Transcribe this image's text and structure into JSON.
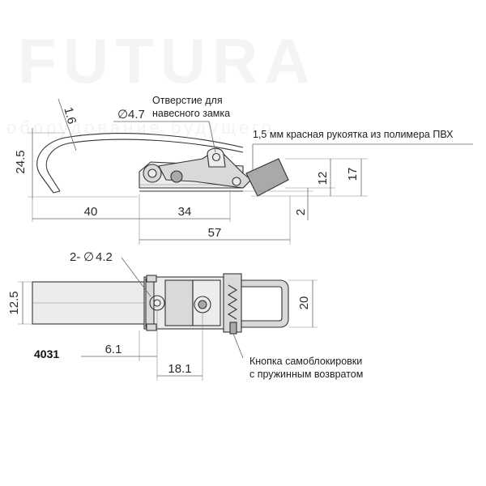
{
  "watermark": {
    "brand": "FUTURA",
    "tagline": "оборудование будущего"
  },
  "model_code": "4031",
  "dimensions": {
    "thickness": "1.6",
    "hole_diameter": "4.7",
    "height_total": "24.5",
    "handle_height_12": "12",
    "handle_height_17": "17",
    "offset_2": "2",
    "length_40": "40",
    "length_34": "34",
    "length_57": "57",
    "mount_holes": "2-",
    "mount_hole_diameter": "4.2",
    "width_12_5": "12.5",
    "width_20": "20",
    "length_6_1": "6.1",
    "length_18_1": "18.1"
  },
  "notes": {
    "padlock_hole_line1": "Отверстие для",
    "padlock_hole_line2": "навесного замка",
    "handle_note": "1,5 мм красная рукоятка из  полимера ПВХ",
    "button_line1": "Кнопка самоблокировки",
    "button_line2": "с пружинным возвратом"
  }
}
